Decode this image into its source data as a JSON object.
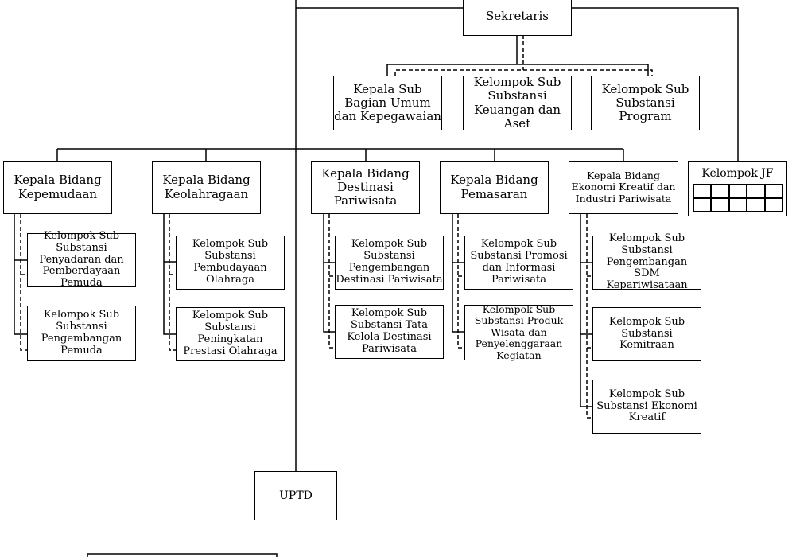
{
  "sekretaris": "Sekretaris",
  "sub_bagian": [
    "Kepala Sub Bagian Umum dan Kepegawaian",
    "Kelompok Sub Substansi Keuangan dan Aset",
    "Kelompok Sub Substansi Program"
  ],
  "kelompok_jf": "Kelompok JF",
  "bidang": [
    {
      "head": "Kepala Bidang Kepemudaan",
      "subs": [
        "Kelompok Sub Substansi Penyadaran dan Pemberdayaan Pemuda",
        "Kelompok Sub Substansi Pengembangan Pemuda"
      ]
    },
    {
      "head": "Kepala Bidang Keolahragaan",
      "subs": [
        "Kelompok Sub Substansi Pembudayaan Olahraga",
        "Kelompok Sub Substansi Peningkatan Prestasi Olahraga"
      ]
    },
    {
      "head": "Kepala Bidang Destinasi Pariwisata",
      "subs": [
        "Kelompok Sub Substansi Pengembangan Destinasi Pariwisata",
        "Kelompok Sub Substansi Tata Kelola Destinasi Pariwisata"
      ]
    },
    {
      "head": "Kepala Bidang Pemasaran",
      "subs": [
        "Kelompok Sub Substansi Promosi dan Informasi Pariwisata",
        "Kelompok Sub Substansi Produk Wisata dan Penyelenggaraan Kegiatan"
      ]
    },
    {
      "head": "Kepala Bidang Ekonomi Kreatif dan Industri Pariwisata",
      "subs": [
        "Kelompok Sub Substansi Pengembangan SDM Kepariwisataan",
        "Kelompok Sub Substansi Kemitraan",
        "Kelompok Sub Substansi Ekonomi Kreatif"
      ]
    }
  ],
  "uptd": "UPTD"
}
